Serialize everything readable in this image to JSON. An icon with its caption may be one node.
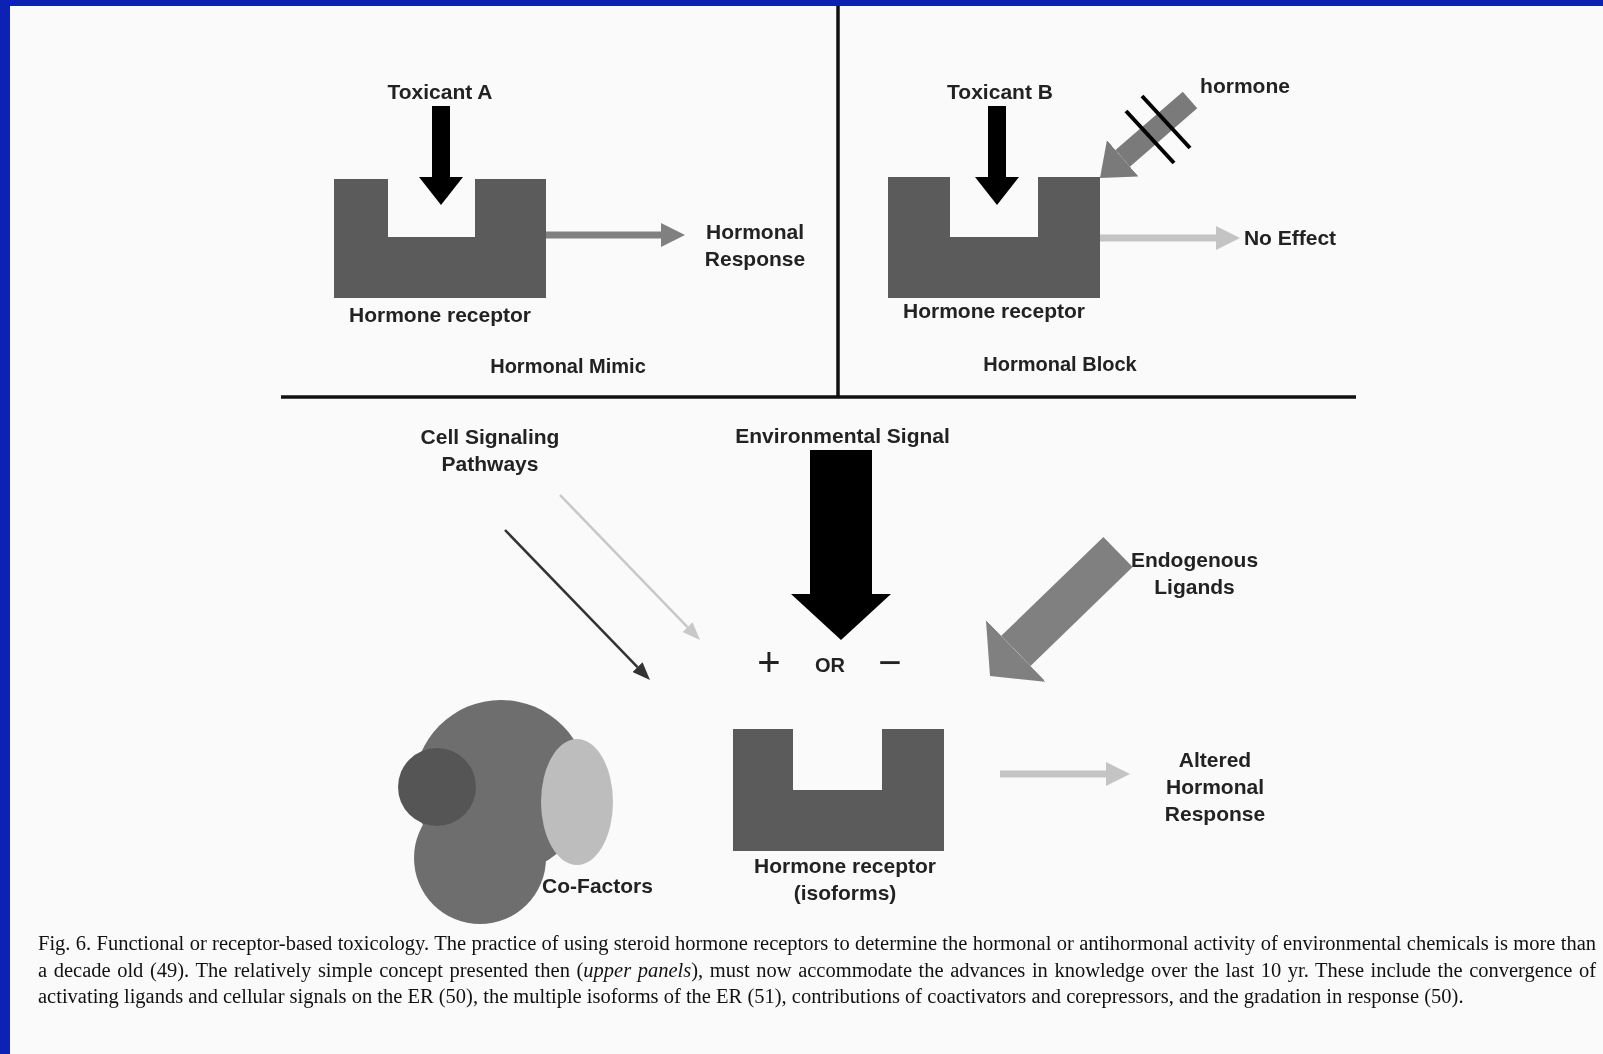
{
  "diagram": {
    "caption": "Fig. 6. Functional or receptor-based toxicology. The practice of using steroid hormone receptors to determine the hormonal or antihormonal activity of environmental chemicals is more than a decade old (49). The relatively simple concept presented then (*upper panels*), must now accommodate the advances in knowledge over the last 10 yr. These include the convergence of activating ligands and cellular signals on the ER (50), the multiple isoforms of the ER (51), contributions of coactivators and corepressors, and the gradation in response (50).",
    "nodes": [
      {
        "text": [
          "Toxicant A"
        ]
      },
      {
        "text": [
          "Hormone receptor"
        ]
      },
      {
        "text": [
          "Hormonal Response"
        ]
      },
      {
        "text": [
          "Toxicant B"
        ]
      },
      {
        "text": [
          "hormone"
        ]
      },
      {
        "text": [
          "Hormone receptor"
        ]
      },
      {
        "text": [
          "No Effect"
        ]
      },
      {
        "text": [
          "Cell Signaling Pathways"
        ]
      },
      {
        "text": [
          "Environmental Signal"
        ]
      },
      {
        "text": [
          "Endogenous Ligands"
        ]
      },
      {
        "text": [
          "Co-Factors"
        ]
      },
      {
        "text": [
          "Hormone receptor (isoforms)"
        ]
      },
      {
        "text": [
          "Altered Hormonal Response"
        ]
      }
    ],
    "edges": [
      {
        "from": 0,
        "to": 1,
        "arrow": "to",
        "style": "thick"
      },
      {
        "from": 1,
        "to": 2,
        "arrow": "to",
        "color": "#808080"
      },
      {
        "from": 3,
        "to": 5,
        "arrow": "to",
        "style": "thick"
      },
      {
        "from": 4,
        "to": 5,
        "arrow": "to",
        "style": "thick",
        "color": "#7a7a7a"
      },
      {
        "from": 5,
        "to": 6,
        "arrow": "to",
        "color": "#c4c4c4"
      },
      {
        "from": 7,
        "to": 10,
        "arrow": "to",
        "color": "#333333"
      },
      {
        "from": 7,
        "to": 11,
        "arrow": "to",
        "color": "#c8c8c8"
      },
      {
        "from": 8,
        "to": 11,
        "arrow": "to",
        "style": "thick"
      },
      {
        "from": 9,
        "to": 11,
        "arrow": "to",
        "style": "thick",
        "color": "#808080"
      },
      {
        "from": 11,
        "to": 12,
        "arrow": "to",
        "color": "#c4c4c4"
      }
    ],
    "labels": [
      "Hormonal Mimic",
      "Hormonal Block",
      "+",
      "OR",
      "−"
    ]
  }
}
